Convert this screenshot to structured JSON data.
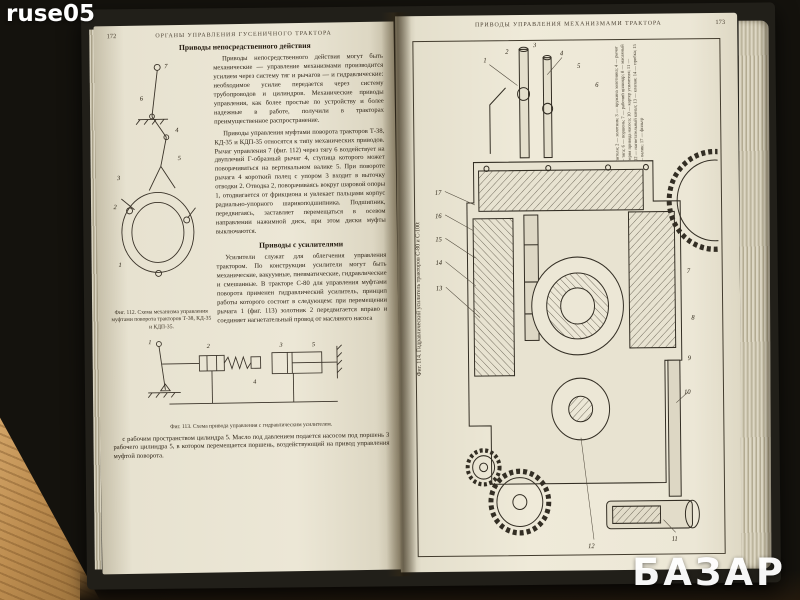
{
  "photo": {
    "watermark_top": "ruse05",
    "watermark_bottom": "БАЗАР"
  },
  "left_page": {
    "page_number": "172",
    "running_title": "ОРГАНЫ УПРАВЛЕНИЯ ГУСЕНИЧНОГО ТРАКТОРА",
    "section1_title": "Приводы непосредственного действия",
    "para1": "Приводы непосредственного действия могут быть механические — управление механизмами производится усилием через систему тяг и рычагов — и гидравлические: необходимое усилие передается через систему трубопроводов и цилиндров. Механические приводы управления, как более простые по устройству и более надежные в работе, получили в тракторах преимущественное распространение.",
    "para2": "Приводы управления муфтами поворота тракторов Т-38, КД-35 и КДП-35 относятся к типу механических приводов. Рычаг управления 7 (фиг. 112) через тягу 6 воздействует на двуплечий Г-образный рычаг 4, ступица которого может поворачиваться на вертикальном валике 5. При повороте рычага 4 короткий палец с упором 3 входит в выточку отводки 2. Отводка 2, поворачиваясь вокруг шаровой опоры 1, отодвигается от фрикциона и увлекает пальцами корпус радиально-упорного шарикоподшипника. Подшипник, передвигаясь, заставляет перемещаться в осевом направлении нажимной диск, при этом диски муфты выключаются.",
    "fig112_caption": "Фиг. 112. Схема механизма управления муфтами поворота тракторов Т-38, КД-35 и КДП-35.",
    "fig112_labels": [
      "7",
      "6",
      "4",
      "5",
      "3",
      "2",
      "1"
    ],
    "section2_title": "Приводы с усилителями",
    "para3": "Усилители служат для облегчения управления трактором. По конструкции усилители могут быть механические, вакуумные, пневматические, гидравлические и смешанные. В тракторе С-80 для управления муфтами поворота применен гидравлический усилитель, принцип работы которого состоит в следующем: при перемещении рычага 1 (фиг. 113) золотник 2 передвигается вправо и соединяет нагнетательный провод от масляного насоса",
    "fig113_caption": "Фиг. 113. Схема привода управления с гидравлическим усилителем.",
    "fig113_labels": [
      "1",
      "2",
      "3",
      "4",
      "5"
    ],
    "para4": "с рабочим пространством цилиндра 5. Масло под давлением подается насосом под поршень 3 рабочего цилиндра 5, в котором перемещается поршень, воздействующий на привод управления муфтой поворота."
  },
  "right_page": {
    "page_number": "173",
    "running_title": "ПРИВОДЫ УПРАВЛЕНИЯ МЕХАНИЗМАМИ ТРАКТОРА",
    "fig114_caption": "Фиг. 114. Гидравлический усилитель тракторов С-80 и С-100:",
    "fig114_legend": "1 — корпус усилителя; 2 — золотник; 3 — пружина золотника; 4 — рычаг управления; 5 — тяга; 6 — поршень; 7 — рабочий цилиндр; 8 — масляный насос; 9 — шестерня привода насоса; 10 — картер усилителя; 11 — сливной канал; 12 — нагнетательный канал; 13 — клапан; 14 — пробка; 15 — крышка; 16 — валик; 17 — фильтр",
    "callouts": [
      "1",
      "2",
      "3",
      "4",
      "5",
      "6",
      "7",
      "8",
      "9",
      "10",
      "11",
      "12",
      "13",
      "14",
      "15",
      "16",
      "17"
    ]
  }
}
